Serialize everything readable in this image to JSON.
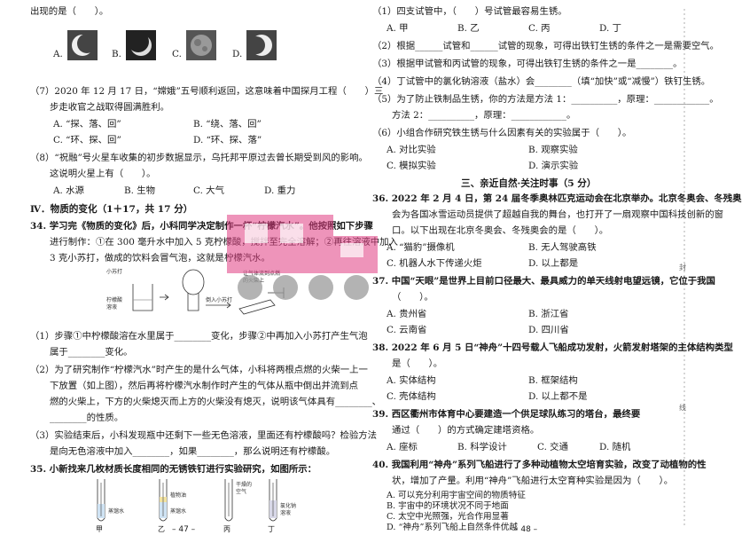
{
  "left": {
    "q6_tail": "出现的是（　　）。",
    "q6_opts": [
      "A.",
      "B.",
      "C.",
      "D."
    ],
    "q7_line1": "（7）2020 年 12 月 17 日，“嫦娥”五号顺利返回，这意味着中国探月工程（　　）三",
    "q7_line2": "步走收官之战取得圆满胜利。",
    "q7_opts": [
      "A. “探、落、回”",
      "B. “绕、落、回”",
      "C. “环、探、回”",
      "D. “环、探、落”"
    ],
    "q8_line1": "（8）“祝融”号火星车收集的初步数据显示，乌托邦平原过去曾长期受到风的影响。",
    "q8_line2": "这说明火星上有（　　）。",
    "q8_opts": [
      "A. 水源",
      "B. 生物",
      "C. 大气",
      "D. 重力"
    ],
    "section": "Ⅳ．物质的变化（1＋17，共 17 分）",
    "q34_lines": [
      "34. 学习完《物质的变化》后，小科同学决定制作一杯“柠檬汽水”。他按照如下步骤",
      "进行制作：①在 300 毫升水中加入 5 克柠檬酸，搅拌至完全溶解；②再往溶液中加入",
      "3 克小苏打，做成的饮料会冒气泡，这就是柠檬汽水。"
    ],
    "fig34_labels": [
      "小苏打",
      "柠檬酸",
      "溶液",
      "倒入小苏打",
      "让气体流到点燃",
      "的火柴上"
    ],
    "q34_sub": [
      "（1）步骤①中柠檬酸溶在水里属于________变化，步骤②中再加入小苏打产生气泡",
      "属于________变化。",
      "（2）为了研究制作“柠檬汽水”时产生的是什么气体，小科将两根点燃的火柴一上一",
      "下放置（如上图），然后再将柠檬汽水制作时产生的气体从瓶中倒出并流到点",
      "燃的火柴上，下方的火柴熄灭而上方的火柴没有熄灭，说明该气体具有________、",
      "________的性质。",
      "（3）实验结束后，小科发现瓶中还剩下一些无色溶液，里面还有柠檬酸吗？检验方法",
      "是向无色溶液中加入________，如果________，那么说明还有柠檬酸。"
    ],
    "q35": "35. 小新找来几枚材质长度相同的无锈铁钉进行实验研究，如图所示：",
    "fig35_labels": [
      "蒸馏水",
      "植物油",
      "蒸馏水",
      "干燥的",
      "空气",
      "氯化钠",
      "溶液"
    ],
    "fig35_tubes": [
      "甲",
      "乙",
      "丙",
      "丁"
    ],
    "page_num": "– 47 –"
  },
  "right": {
    "q35_sub": [
      "（1）四支试管中，（　　）号试管最容易生锈。",
      "（2）根据______试管和______试管的现象，可得出铁钉生锈的条件之一是需要空气。",
      "（3）根据甲试管和丙试管的现象，可得出铁钉生锈的条件之一是________。",
      "（4）丁试管中的氯化钠溶液（盐水）会________（填“加快”或“减慢”）铁钉生锈。",
      "（5）为了防止铁制品生锈，你的方法是方法 1：__________，原理：____________。",
      "方法 2：__________，原理：____________。",
      "（6）小组合作研究铁生锈与什么因素有关的实验属于（　　）。"
    ],
    "q35_opts6": [
      "A. 对比实验",
      "B. 观察实验",
      "C. 模拟实验",
      "D. 演示实验"
    ],
    "q35_opts1": [
      "A. 甲",
      "B. 乙",
      "C. 丙",
      "D. 丁"
    ],
    "section": "三、亲近自然·关注时事（5 分）",
    "q36": [
      "36. 2022 年 2 月 4 日，第 24 届冬季奥林匹克运动会在北京举办。北京冬奥会、冬残奥",
      "会为各国冰雪运动员提供了超越自我的舞台，也打开了一扇观察中国科技创新的窗",
      "口。以下出现在北京冬奥会、冬残奥会的是（　　）。"
    ],
    "q36_opts": [
      "A. “猫豹”摄像机",
      "B. 无人驾驶高铁",
      "C. 机器人水下传递火炬",
      "D. 以上都是"
    ],
    "q37": [
      "37. 中国“天眼”是世界上目前口径最大、最具威力的单天线射电望远镜，它位于我国",
      "（　　）。"
    ],
    "q37_opts": [
      "A. 贵州省",
      "B. 浙江省",
      "C. 云南省",
      "D. 四川省"
    ],
    "q38": "38. 2022 年 6 月 5 日“神舟”十四号载人飞船成功发射，火箭发射塔架的主体结构类型",
    "q38_2": "是（　　）。",
    "q38_opts": [
      "A. 实体结构",
      "B. 框架结构",
      "C. 壳体结构",
      "D. 以上都不是"
    ],
    "q39": [
      "39. 西区衢州市体育中心要建造一个供足球队练习的塔台，最终要",
      "通过（　　）的方式确定建塔资格。"
    ],
    "q39_opts": [
      "A. 座标",
      "B. 科学设计",
      "C. 交通",
      "D. 随机"
    ],
    "q40": [
      "40. 我国利用“神舟”系列飞船进行了多种动植物太空培育实验，改变了动植物的性",
      "状，增加了产量。利用“神舟”飞船进行太空育种实验是因为（　　）。"
    ],
    "q40_opts": [
      "A. 可以充分利用宇宙空间的物质特征",
      "B. 宇宙中的环境状况不同于地面",
      "C. 太空中光照强，光合作用显著",
      "D. “神舟”系列飞船上自然条件优越"
    ],
    "page_num": "– 48 –"
  },
  "margin": [
    "封",
    "线"
  ],
  "colors": {
    "watermark": "#e03d82",
    "watermark_gray": "#9a9a9a"
  }
}
